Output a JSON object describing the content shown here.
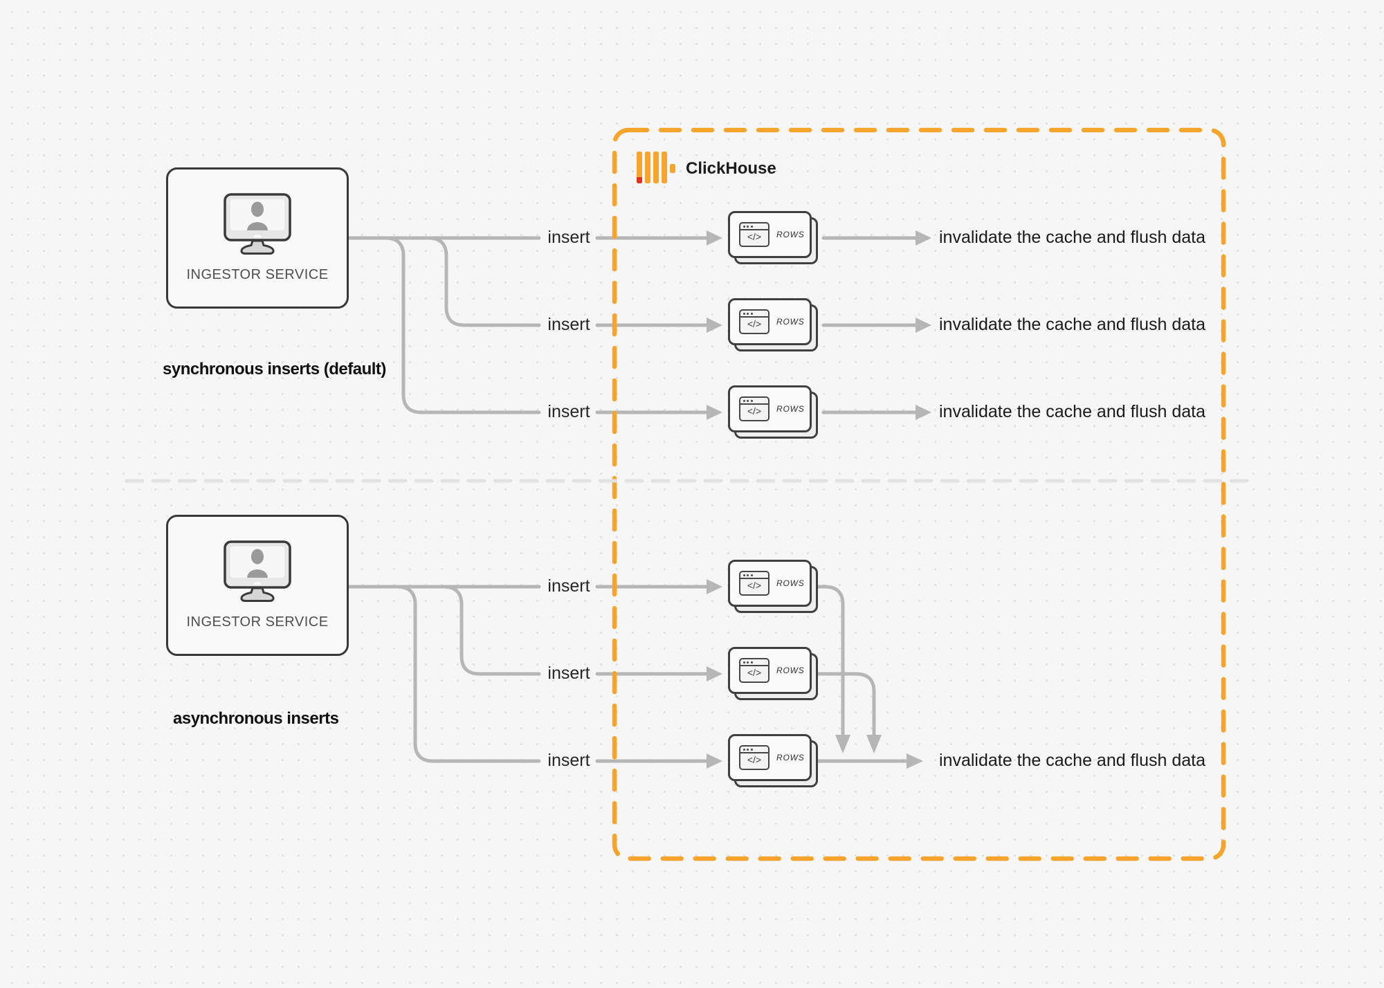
{
  "clickhouse_cluster": {
    "brand": "ClickHouse"
  },
  "rows_card": {
    "label": "ROWS",
    "code_glyph": "</>"
  },
  "sync_section": {
    "caption": "synchronous inserts (default)",
    "service_label": "INGESTOR SERVICE",
    "inserts": [
      "insert",
      "insert",
      "insert"
    ],
    "results": [
      "invalidate the cache and flush data",
      "invalidate the cache and flush data",
      "invalidate the cache and flush data"
    ]
  },
  "async_section": {
    "caption": "asynchronous inserts",
    "service_label": "INGESTOR SERVICE",
    "inserts": [
      "insert",
      "insert",
      "insert"
    ],
    "results": [
      "invalidate the cache and flush data"
    ]
  },
  "colors": {
    "accent_orange": "#F6A42C",
    "brand_red": "#E0301E",
    "flow_gray": "#B6B6B6"
  }
}
